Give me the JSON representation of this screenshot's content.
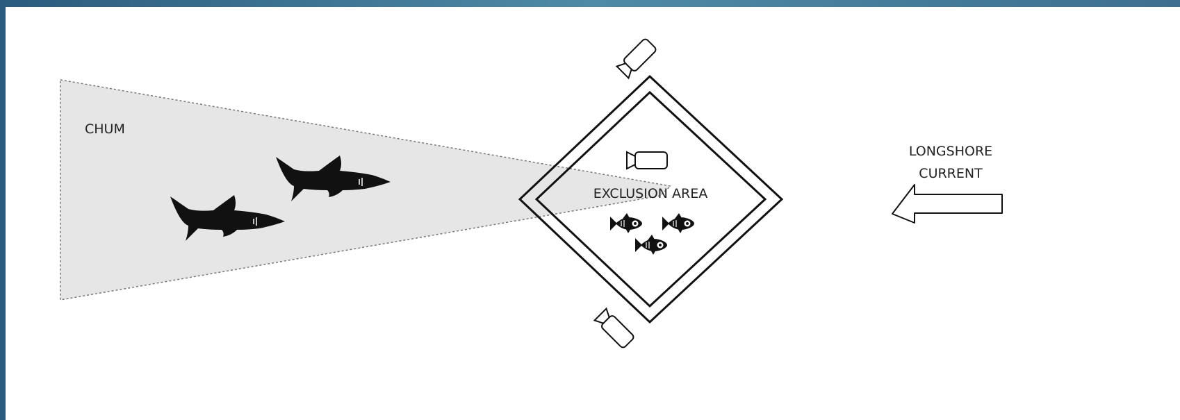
{
  "labels": {
    "chum": "CHUM",
    "exclusion_area": "EXCLUSION AREA",
    "current_line1": "LONGSHORE",
    "current_line2": "CURRENT"
  },
  "icons": {
    "shark": "shark-icon",
    "fish": "fish-icon",
    "camera": "camera-icon",
    "arrow": "current-arrow-icon"
  },
  "colors": {
    "chum_fill": "#e6e6e6",
    "frame_gradient_start": "#2b5b7e",
    "frame_gradient_mid": "#4e8aa6",
    "ink": "#111111"
  }
}
